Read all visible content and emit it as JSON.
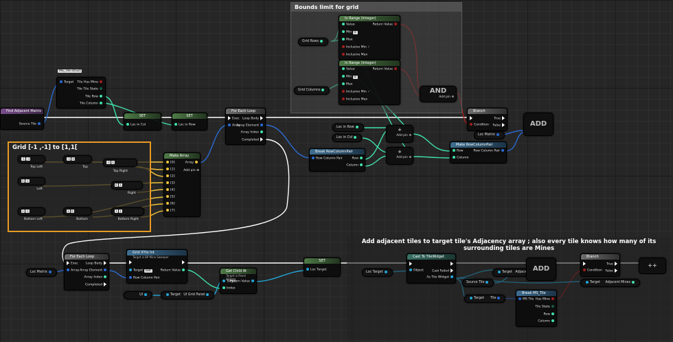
{
  "comments": {
    "bounds": "Bounds limit for grid",
    "grid": "Grid [-1 ,-1] to [1,1[",
    "adjacency": "Add adjacent tiles to target tile's Adjacency array ; also every tile knows how many of its surrounding tiles are Mines"
  },
  "colors": {
    "exec": "#ffffff",
    "struct": "#2a6bd4",
    "bool": "#a31d1d",
    "object": "#23a6d8",
    "int": "#3fe2a9",
    "vector": "#f0c43b"
  },
  "events": {
    "find_adjacent": "Find Adjacent Matrix",
    "source_tile": "Source Tile"
  },
  "struct_tag": "MS_Tile struct",
  "break_struct": {
    "target": "Target",
    "has_mine": "Tile Has Mine",
    "state": "Tile Tile State",
    "row": "Tile Row",
    "column": "Tile Column"
  },
  "set1": {
    "title": "SET",
    "loc": "Loc in Col"
  },
  "set2": {
    "title": "SET",
    "loc": "Loc in Row"
  },
  "foreach1": {
    "title": "For Each Loop",
    "exec": "Exec",
    "array": "Array",
    "body": "Loop Body",
    "elem": "Array Element",
    "index": "Array Index",
    "completed": "Completed"
  },
  "make_array": {
    "title": "Make Array",
    "pins": [
      "[0]",
      "[1]",
      "[2]",
      "[3]",
      "[4]",
      "[5]",
      "[6]",
      "[7]"
    ],
    "out": "Array",
    "add": "Add pin"
  },
  "grid_vectors": [
    {
      "val": "-1",
      "val2": "-1",
      "label": "Top Left"
    },
    {
      "val": "-1",
      "val2": "0",
      "label": "Top"
    },
    {
      "val": "-1",
      "val2": "1",
      "label": "Top Right"
    },
    {
      "val": "0",
      "val2": "-1",
      "label": "Left"
    },
    {
      "val": "0",
      "val2": "1",
      "label": "Right"
    },
    {
      "val": "1",
      "val2": "-1",
      "label": "Bottom Left"
    },
    {
      "val": "1",
      "val2": "0",
      "label": "Bottom"
    },
    {
      "val": "1",
      "val2": "1",
      "label": "Bottom Right"
    }
  ],
  "in_range1": {
    "title": "In Range (Integer)",
    "value": "Value",
    "min": "Min",
    "min_val": "0",
    "max": "Max",
    "inc_min": "Inclusive Min",
    "inc_max": "Inclusive Max",
    "ret": "Return Value"
  },
  "in_range2": {
    "title": "In Range (Integer)",
    "value": "Value",
    "min": "Min",
    "min_val": "0",
    "max": "Max",
    "inc_min": "Inclusive Min",
    "inc_max": "Inclusive Max",
    "ret": "Return Value"
  },
  "grid_rows": "Grid Rows",
  "grid_columns": "Grid Columns",
  "and_node": {
    "title": "AND",
    "add": "Add pin"
  },
  "branch1": {
    "title": "Branch",
    "condition": "Condition",
    "true": "True",
    "false": "False"
  },
  "loc_matrix": "Loc Matrix",
  "add_node": "ADD",
  "loc_in_row": "Loc in Row",
  "loc_in_col": "Loc in Col",
  "plus": {
    "sign": "+",
    "add": "Add pin"
  },
  "break_rowcol": {
    "title": "Break RowColumnPair",
    "pin": "Row Column Pair",
    "row": "Row",
    "col": "Column"
  },
  "make_rowcol": {
    "title": "Make RowColumnPair",
    "row": "Row",
    "col": "Column",
    "out": "Row Column Pair"
  },
  "foreach2": {
    "title": "For Each Loop",
    "exec": "Exec",
    "array": "Array",
    "body": "Loop Body",
    "elem": "Array Element",
    "index": "Array Index",
    "completed": "Completed"
  },
  "loc_matrix2": "Loc Matrix",
  "grid_xy": {
    "title": "Grid XYto Int",
    "sub": "Target is BP Mine Sweeper",
    "target": "Target",
    "self": "self",
    "pair": "Row Column Pair",
    "ret": "Return Value"
  },
  "get_child": {
    "title": "Get Child At",
    "sub": "Target is Panel Widget",
    "target": "Target",
    "index": "Index",
    "ret": "Return Value"
  },
  "ui": "UI",
  "ui_grid": {
    "target": "Target",
    "pin": "UI Grid Panel"
  },
  "set3": {
    "title": "SET",
    "loc": "Loc Target"
  },
  "cast": {
    "title": "Cast To TileWidget",
    "object": "Object",
    "failed": "Cast Failed",
    "as": "As Tile Widget"
  },
  "loc_target": "Loc Target",
  "adjacency_get": {
    "target": "Target",
    "pin": "Adjacency"
  },
  "source_tile2": "Source Tile",
  "tile_get": {
    "target": "Target",
    "pin": "Tile"
  },
  "break_ms": {
    "title": "Break MS_Tile",
    "pin": "MS Tile",
    "has_mine": "Has Mine",
    "state": "Tile State",
    "row": "Row",
    "col": "Column"
  },
  "branch2": {
    "title": "Branch",
    "condition": "Condition",
    "true": "True",
    "false": "False"
  },
  "adj_mines": {
    "target": "Target",
    "pin": "Adjacent Mines"
  },
  "incr": "++"
}
